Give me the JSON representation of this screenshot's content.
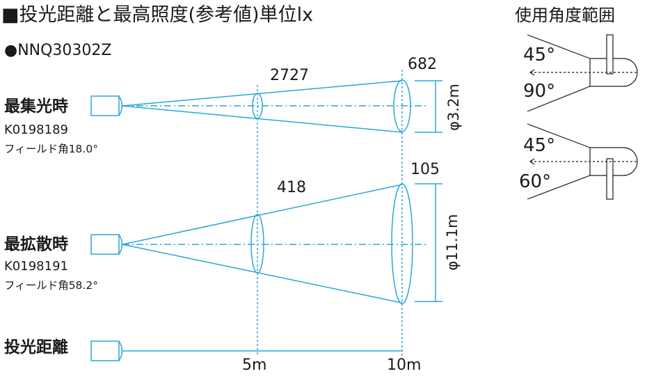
{
  "title": "■投光距離と最高照度(参考値)単位lx",
  "model": "●NNQ30302Z",
  "usage_range_title": "使用角度範囲",
  "modes": [
    {
      "label": "最集光時",
      "code": "K0198189",
      "field_angle": "フィールド角18.0°",
      "lux_5m": "2727",
      "lux_10m": "682",
      "diameter": "φ3.2m"
    },
    {
      "label": "最拡散時",
      "code": "K0198191",
      "field_angle": "フィールド角58.2°",
      "lux_5m": "418",
      "lux_10m": "105",
      "diameter": "φ11.1m"
    },
    {
      "label": "投光距離"
    }
  ],
  "distances": [
    "5m",
    "10m"
  ],
  "angles": {
    "top": {
      "up": "45°",
      "down": "90°"
    },
    "bottom": {
      "up": "45°",
      "down": "60°"
    }
  },
  "colors": {
    "beam": "#2aa7d8",
    "text": "#1a1a1a"
  }
}
